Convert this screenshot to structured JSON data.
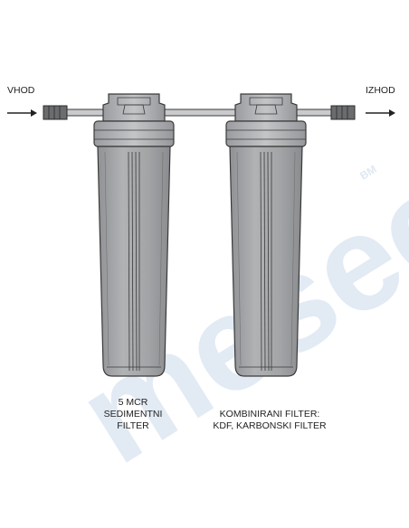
{
  "labels": {
    "inlet": "VHOD",
    "outlet": "IZHOD",
    "filter1": [
      "5 MCR",
      "SEDIMENTNI",
      "FILTER"
    ],
    "filter2": [
      "KOMBINIRANI FILTER:",
      "KDF, KARBONSKI FILTER"
    ]
  },
  "watermark": {
    "text": "mesec",
    "badge": "BM",
    "color": "#dfe8f3"
  },
  "colors": {
    "housing": "#a7a9ab",
    "housing_dark": "#8d8f92",
    "outline": "#3a3a3a",
    "pipe": "#c9cacc",
    "fitting": "#6a6c6f"
  }
}
